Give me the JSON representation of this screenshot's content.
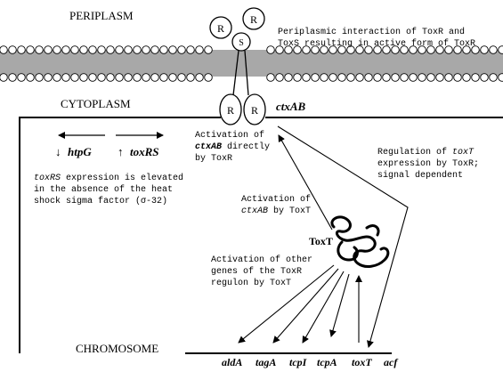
{
  "labels": {
    "periplasm": "PERIPLASM",
    "cytoplasm": "CYTOPLASM",
    "chromosome": "CHROMOSOME",
    "ctxab_top": "ctxAB",
    "toxt_label": "ToxT"
  },
  "protein_labels": {
    "r1": "R",
    "r2": "R",
    "s": "S",
    "r3": "R",
    "r4": "R"
  },
  "periplasm_note": {
    "line1": "Periplasmic interaction of ToxR and",
    "line2": "ToxS resulting in active form of ToxR"
  },
  "heat_shock": {
    "arrow_down": "↓",
    "htpg": "htpG",
    "arrow_up": "↑",
    "toxrs": "toxRS",
    "note_italic": "toxRS",
    "note_line1_rest": " expression is elevated",
    "note_line2": "in the absence of the heat",
    "note_line3": "shock sigma factor (σ-32)"
  },
  "activation_direct": {
    "line1": "Activation of",
    "line2_gene": "ctxAB",
    "line2_rest": " directly",
    "line3": "by ToxR"
  },
  "regulation_toxt": {
    "line1": "Regulation of ",
    "line1_gene": "toxT",
    "line2": "expression by ToxR;",
    "line3": "signal dependent"
  },
  "activation_by_toxt": {
    "line1": "Activation of",
    "line2_gene": "ctxAB",
    "line2_rest": " by ToxT"
  },
  "activation_other": {
    "line1": "Activation of other",
    "line2": "genes of the ToxR",
    "line3": "regulon by ToxT"
  },
  "genes": [
    "aldA",
    "tagA",
    "tcpI",
    "tcpA",
    "toxT",
    "acf"
  ],
  "colors": {
    "membrane_fill": "#a8a8a8",
    "stroke": "#000000",
    "background": "#ffffff"
  }
}
